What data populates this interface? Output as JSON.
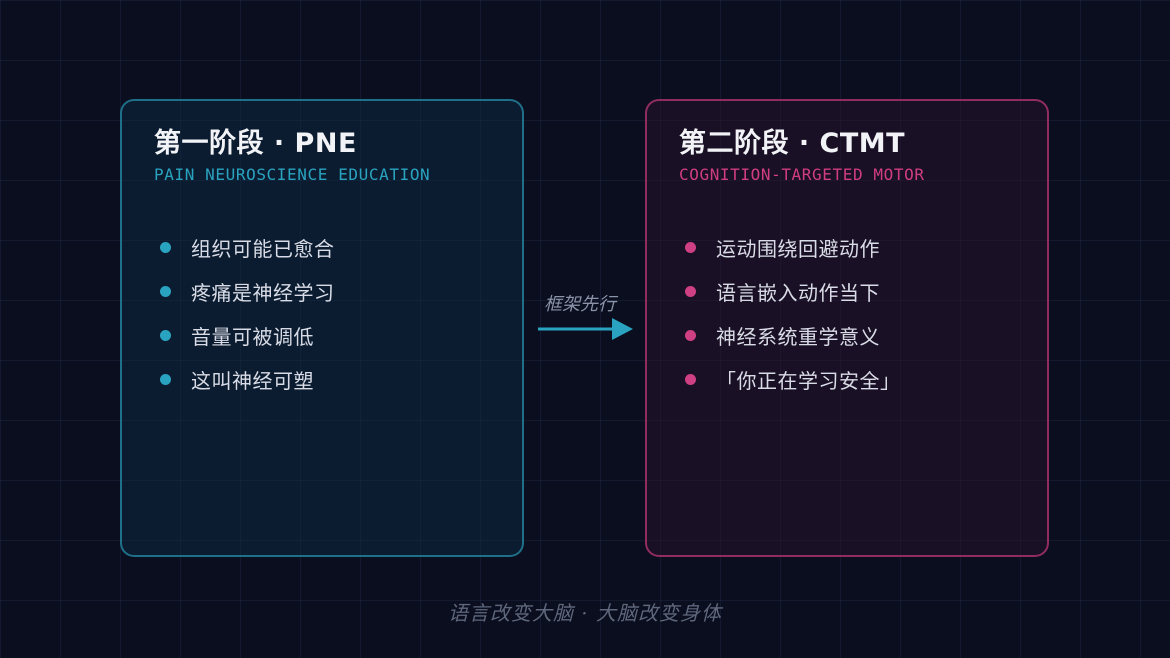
{
  "colors": {
    "background": "#0a0e1f",
    "accent_cyan": "#2aa3c0",
    "accent_magenta": "#cf3f83"
  },
  "stage1": {
    "title": "第一阶段 · PNE",
    "subtitle": "PAIN NEUROSCIENCE EDUCATION",
    "items": [
      "组织可能已愈合",
      "疼痛是神经学习",
      "音量可被调低",
      "这叫神经可塑"
    ]
  },
  "connector": {
    "label": "框架先行",
    "icon": "arrow-right-icon"
  },
  "stage2": {
    "title": "第二阶段 · CTMT",
    "subtitle": "COGNITION-TARGETED MOTOR",
    "items": [
      "运动围绕回避动作",
      "语言嵌入动作当下",
      "神经系统重学意义",
      "「你正在学习安全」"
    ]
  },
  "footer": {
    "text": "语言改变大脑 · 大脑改变身体"
  }
}
